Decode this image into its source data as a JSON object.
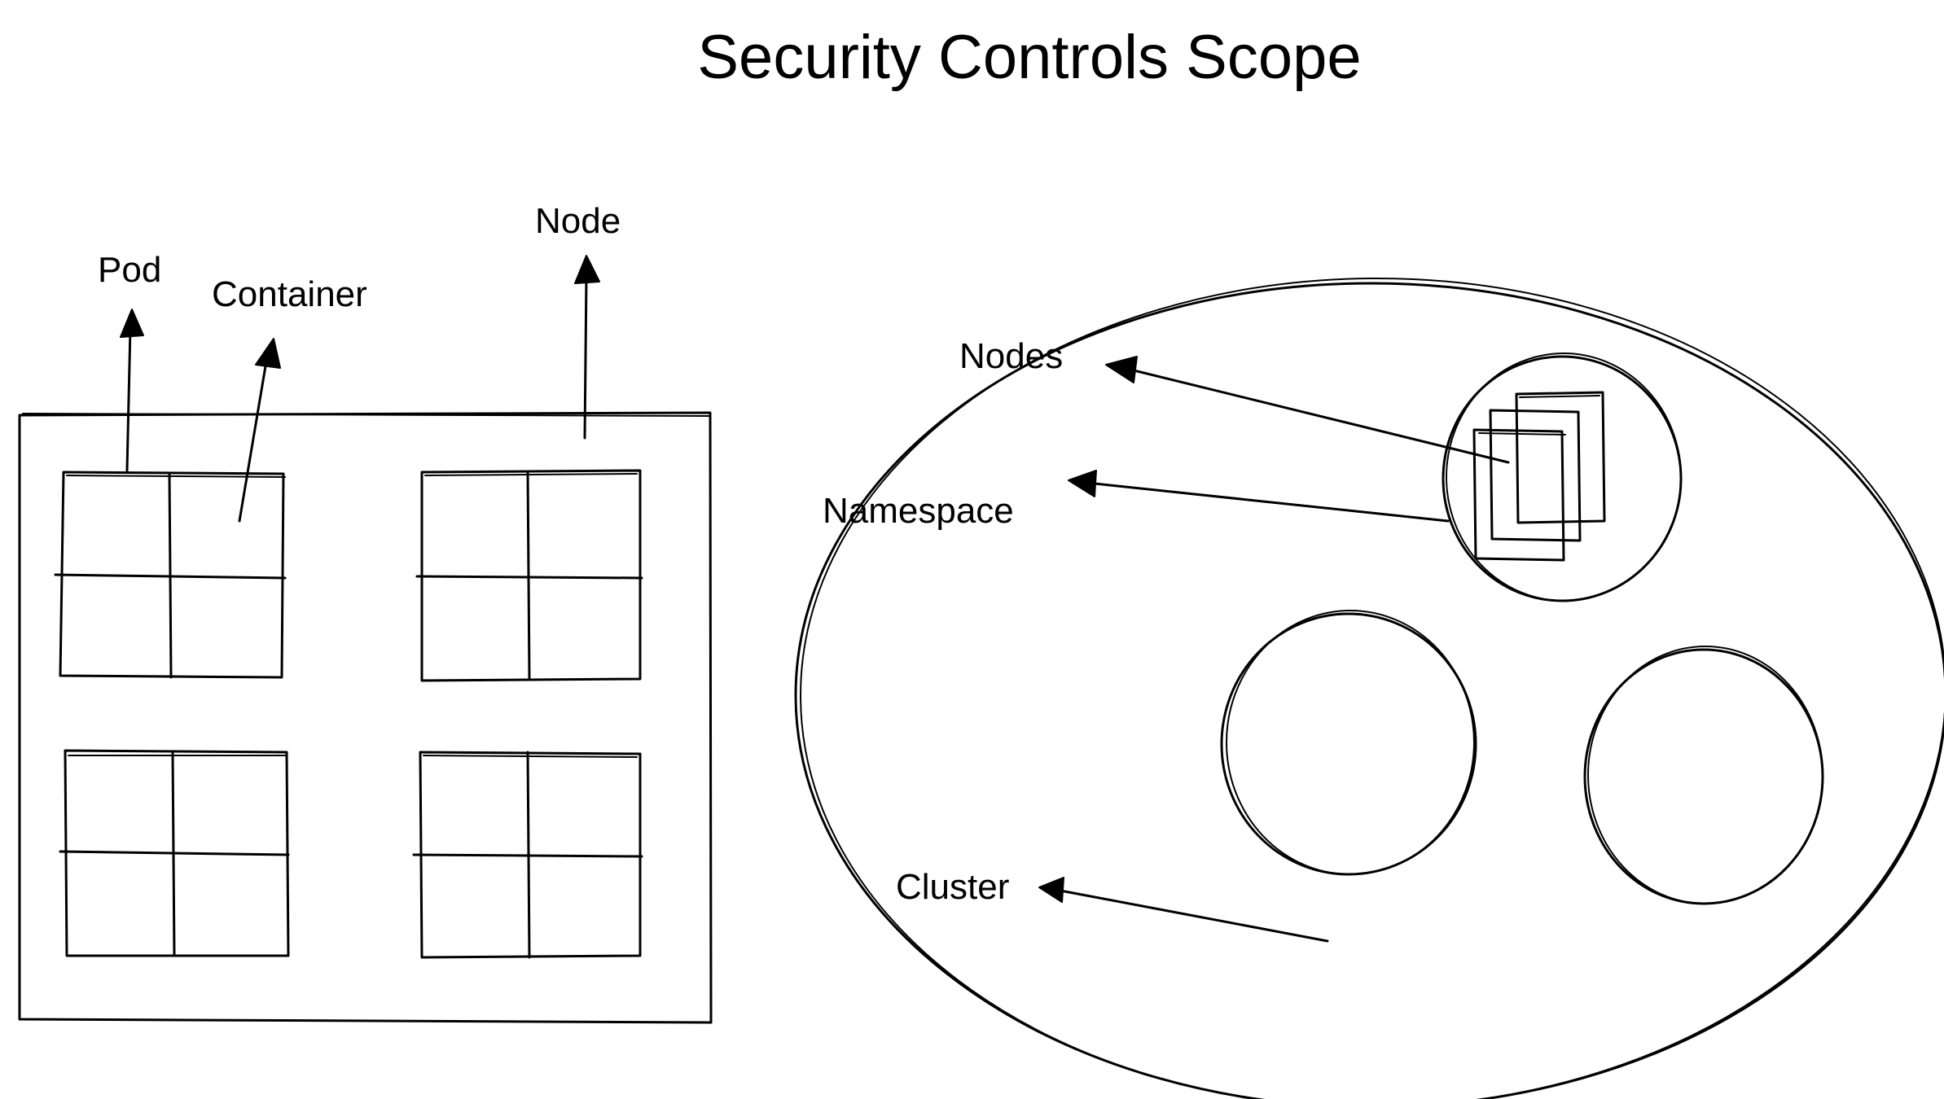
{
  "title": "Security Controls Scope",
  "labels": {
    "pod": "Pod",
    "container": "Container",
    "node": "Node",
    "nodes": "Nodes",
    "namespace": "Namespace",
    "cluster": "Cluster"
  },
  "colors": {
    "ink": "#000000",
    "background": "#ffffff"
  }
}
